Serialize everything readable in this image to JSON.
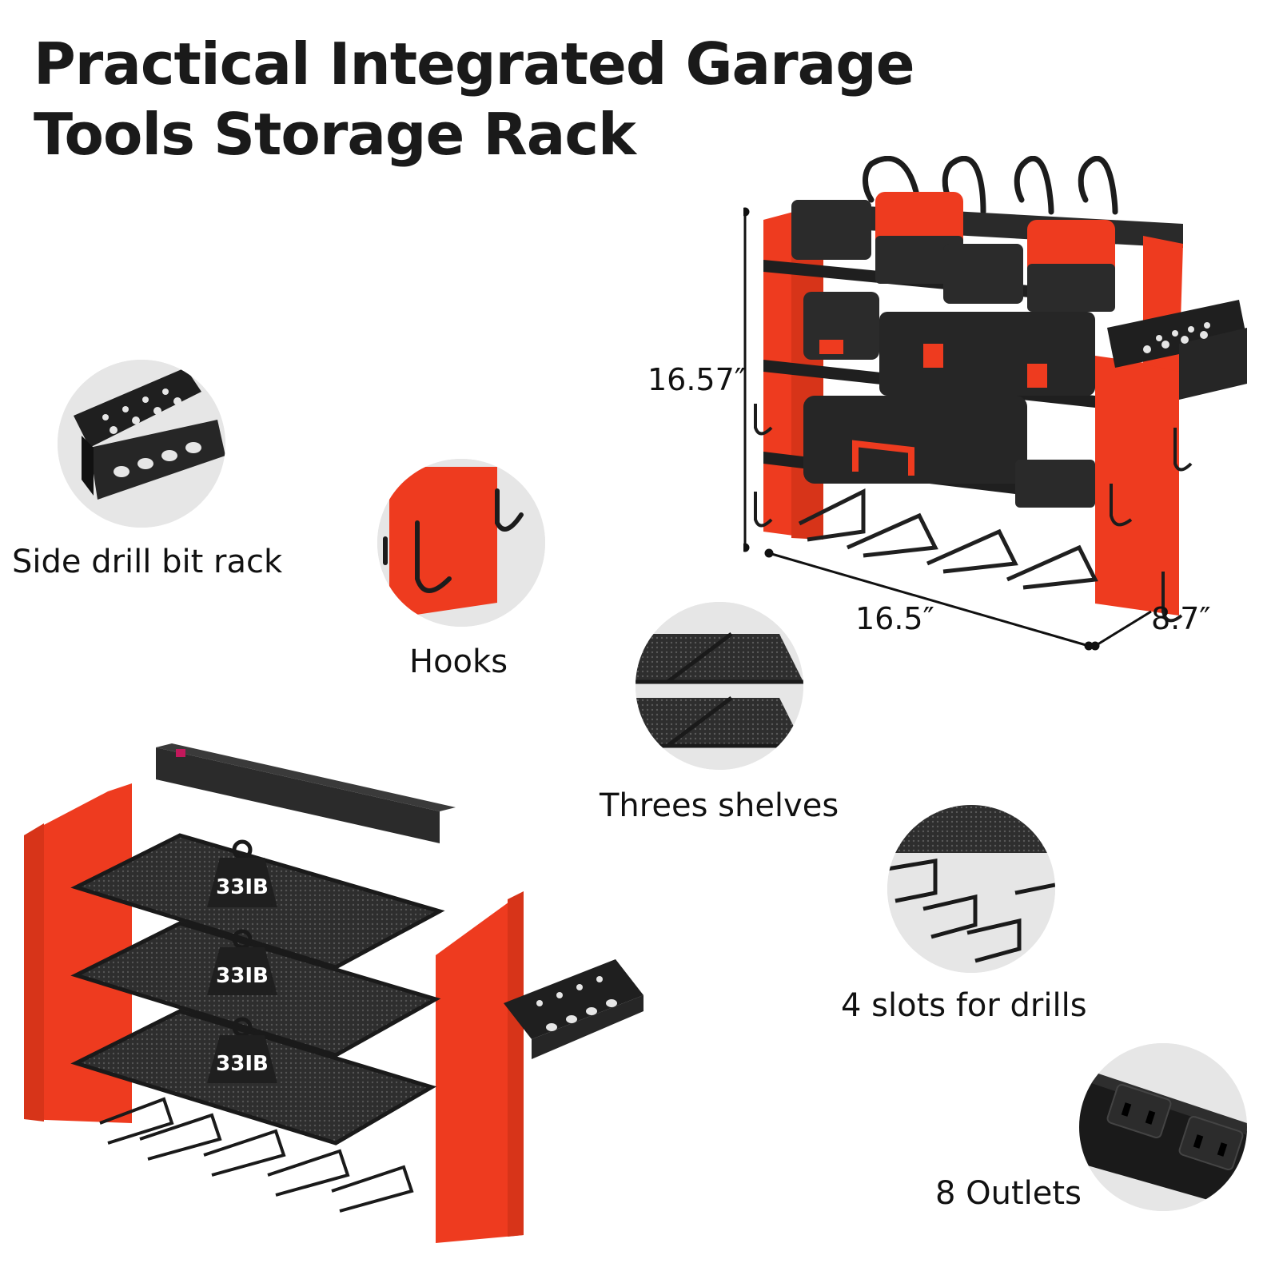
{
  "title": {
    "line1": "Practical Integrated Garage",
    "line2": "Tools Storage Rack"
  },
  "dimensions": {
    "height": "16.57″",
    "width": "16.5″",
    "depth": "8.7″"
  },
  "features": {
    "drill_bit_rack": "Side drill bit rack",
    "hooks": "Hooks",
    "shelves": "Threes shelves",
    "drill_slots": "4 slots for drills",
    "outlets": "8 Outlets"
  },
  "shelf_load": {
    "top": "33IB",
    "middle": "33IB",
    "bottom": "33IB"
  },
  "colors": {
    "accent_red": "#ee3b1f",
    "dark": "#1c1c1c",
    "circle_bg": "#e6e6e6"
  }
}
